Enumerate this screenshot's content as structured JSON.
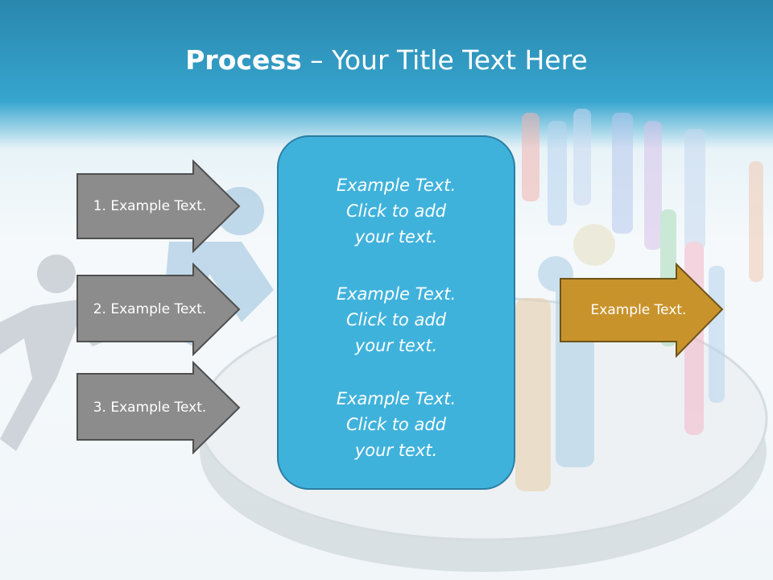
{
  "slide": {
    "title_bold": "Process",
    "title_rest": " – Your Title Text Here",
    "left_arrows": [
      {
        "label": "1. Example Text."
      },
      {
        "label": "2. Example Text."
      },
      {
        "label": "3. Example Text."
      }
    ],
    "center_blocks": [
      {
        "line1": "Example Text.",
        "line2": "Click  to add",
        "line3": "your text."
      },
      {
        "line1": "Example Text.",
        "line2": "Click  to add",
        "line3": "your text."
      },
      {
        "line1": "Example Text.",
        "line2": "Click  to add",
        "line3": "your text."
      }
    ],
    "output_arrow": {
      "label": "Example Text."
    }
  },
  "colors": {
    "header": "#36a5cf",
    "gray_arrow": "#8c8c8c",
    "center_box": "#3fb2dc",
    "output_arrow": "#c9932c"
  }
}
